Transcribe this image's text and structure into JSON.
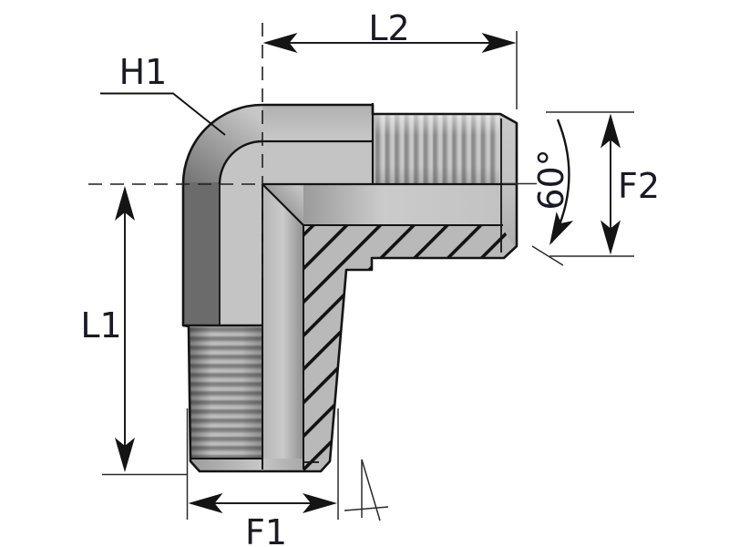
{
  "drawing": {
    "type": "technical-dimension-drawing",
    "subject": "90-degree male elbow threaded fitting, half-section view",
    "labels": {
      "h1": "H1",
      "l1": "L1",
      "l2": "L2",
      "f1": "F1",
      "f2": "F2",
      "angle": "60°"
    },
    "colors": {
      "text": "#1a1a26",
      "line": "#141414",
      "body_light": "#c6c6c6",
      "body_dark": "#6b6b6b",
      "hatch_bg": "#b9b9b9",
      "background": "#ffffff"
    }
  }
}
